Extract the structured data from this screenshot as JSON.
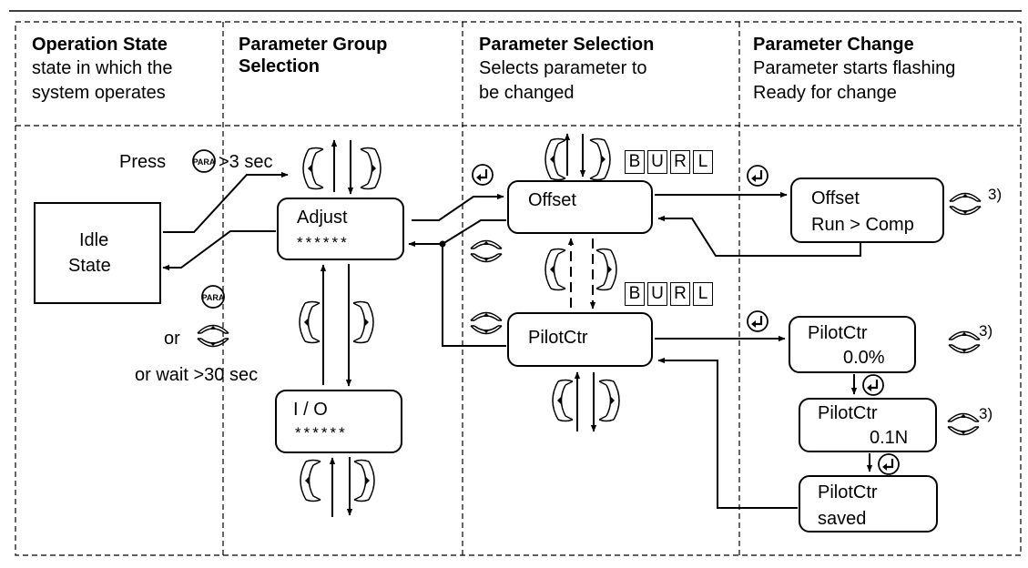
{
  "columns": [
    {
      "title": "Operation State",
      "subtitle": "state in which the\nsystem operates"
    },
    {
      "title": "Parameter Group\nSelection",
      "subtitle": ""
    },
    {
      "title": "Parameter Selection",
      "subtitle": "Selects parameter to\nbe changed"
    },
    {
      "title": "Parameter Change",
      "subtitle": "Parameter starts flashing\nReady for change"
    }
  ],
  "idle_box": {
    "line1": "Idle",
    "line2": "State"
  },
  "group_boxes": [
    {
      "name": "Adjust",
      "stars": "******"
    },
    {
      "name": "I / O",
      "stars": "******"
    }
  ],
  "param_boxes": [
    {
      "name": "Offset"
    },
    {
      "name": "PilotCtr"
    }
  ],
  "flags": [
    "B",
    "U",
    "R",
    "L"
  ],
  "change_boxes": [
    {
      "line1": "Offset",
      "line2": "Run > Comp"
    },
    {
      "line1": "PilotCtr",
      "line2": "0.0%"
    },
    {
      "line1": "PilotCtr",
      "line2": "0.1N"
    },
    {
      "line1": "PilotCtr",
      "line2": "saved"
    }
  ],
  "labels": {
    "press": "Press",
    "press_suffix": ">3 sec",
    "or1": "or",
    "or_wait": "or wait >30 sec",
    "footnote": "3)"
  },
  "key_labels": {
    "para": "PARA"
  },
  "icons": [
    "para-key-icon",
    "enter-key-icon",
    "left-key-icon",
    "right-key-icon",
    "up-down-keys-icon"
  ]
}
